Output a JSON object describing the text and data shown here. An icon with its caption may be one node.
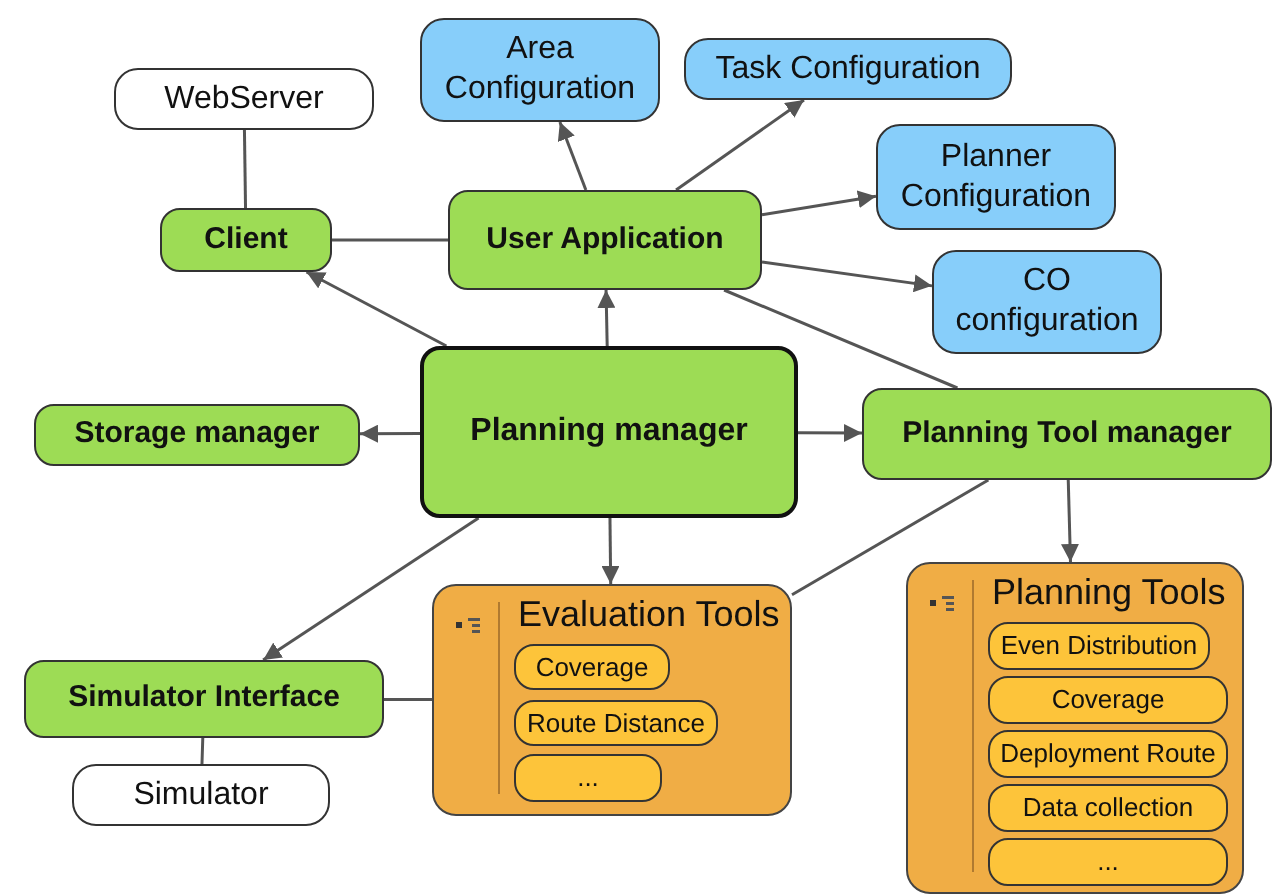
{
  "diagram": {
    "nodes": [
      {
        "text": [
          "WebServer"
        ]
      },
      {
        "text": [
          "Area Configuration"
        ]
      },
      {
        "text": [
          "Task Configuration"
        ]
      },
      {
        "text": [
          "Client"
        ]
      },
      {
        "text": [
          "User Application"
        ]
      },
      {
        "text": [
          "Planner Configuration"
        ]
      },
      {
        "text": [
          "CO configuration"
        ]
      },
      {
        "text": [
          "Storage manager"
        ]
      },
      {
        "text": [
          "Planning manager"
        ]
      },
      {
        "text": [
          "Planning Tool manager"
        ]
      },
      {
        "text": [
          "Evaluation Tools"
        ]
      },
      {
        "text": [
          "Coverage"
        ],
        "in": 10
      },
      {
        "text": [
          "Route Distance"
        ],
        "in": 10
      },
      {
        "text": [
          "..."
        ],
        "in": 10
      },
      {
        "text": [
          "Simulator Interface"
        ]
      },
      {
        "text": [
          "Simulator"
        ]
      },
      {
        "text": [
          "Planning Tools"
        ]
      },
      {
        "text": [
          "Even Distribution"
        ],
        "in": 16
      },
      {
        "text": [
          "Coverage"
        ],
        "in": 16
      },
      {
        "text": [
          "Deployment Route"
        ],
        "in": 16
      },
      {
        "text": [
          "Data collection"
        ],
        "in": 16
      },
      {
        "text": [
          "..."
        ],
        "in": 16
      }
    ],
    "edges": [
      {
        "from": 0,
        "to": 3,
        "arrow": "none"
      },
      {
        "from": 3,
        "to": 4,
        "arrow": "none"
      },
      {
        "from": 4,
        "to": 1,
        "arrow": "to"
      },
      {
        "from": 4,
        "to": 2,
        "arrow": "to"
      },
      {
        "from": 4,
        "to": 5,
        "arrow": "to"
      },
      {
        "from": 4,
        "to": 6,
        "arrow": "to"
      },
      {
        "from": 4,
        "to": 9,
        "arrow": "none"
      },
      {
        "from": 8,
        "to": 3,
        "arrow": "to"
      },
      {
        "from": 8,
        "to": 4,
        "arrow": "to"
      },
      {
        "from": 8,
        "to": 7,
        "arrow": "to"
      },
      {
        "from": 8,
        "to": 9,
        "arrow": "to"
      },
      {
        "from": 8,
        "to": 10,
        "arrow": "to"
      },
      {
        "from": 8,
        "to": 14,
        "arrow": "to"
      },
      {
        "from": 10,
        "to": 14,
        "arrow": "none"
      },
      {
        "from": 9,
        "to": 10,
        "arrow": "none"
      },
      {
        "from": 9,
        "to": 16,
        "arrow": "to"
      },
      {
        "from": 14,
        "to": 15,
        "arrow": "none"
      }
    ]
  }
}
